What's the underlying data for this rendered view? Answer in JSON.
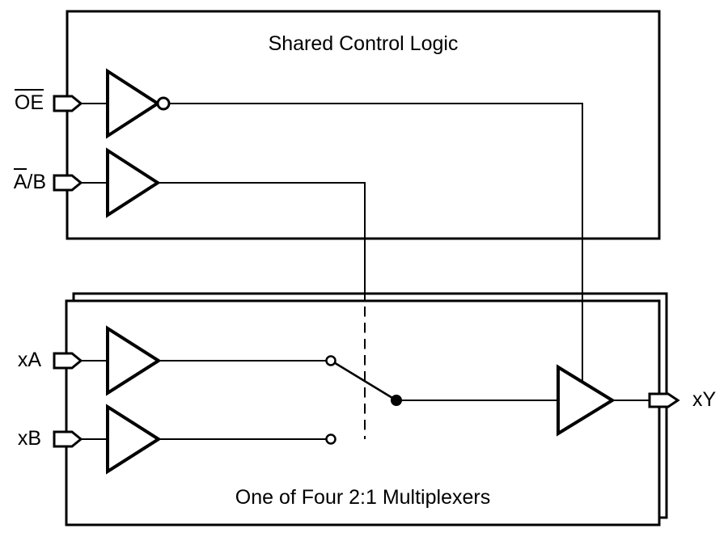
{
  "control_block": {
    "title": "Shared Control Logic"
  },
  "mux_block": {
    "title": "One of Four 2:1 Multiplexers"
  },
  "labels": {
    "oe_overlined": "OE",
    "ab_overlined": "A",
    "ab_rest": "/B",
    "xa": "xA",
    "xb": "xB",
    "xy": "xY"
  },
  "colors": {
    "line": "#000000",
    "background": "#ffffff"
  }
}
